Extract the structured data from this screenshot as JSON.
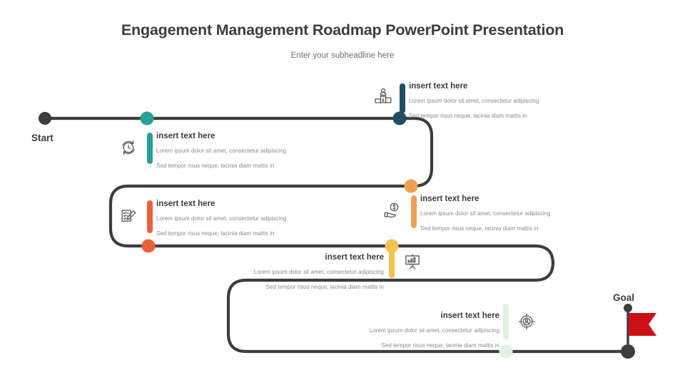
{
  "header": {
    "title": "Engagement Management Roadmap PowerPoint Presentation",
    "subtitle": "Enter your subheadline here"
  },
  "endpoints": {
    "start_label": "Start",
    "goal_label": "Goal"
  },
  "colors": {
    "path": "#3d3d3d",
    "start_dot": "#3d3d3d",
    "goal_dot": "#3d3d3d",
    "goal_flag": "#CC1017",
    "teal": "#2AA198",
    "navy": "#1F4E5F",
    "orange": "#F0A055",
    "coral": "#E8603C",
    "yellow": "#EFC355",
    "mint": "#DFF0E0",
    "heading_text": "#3d3d3d",
    "body_text": "#8a8a8a",
    "icon": "#5a5a5a"
  },
  "body_line1": "Lorem ipsum dolor sit amet, consectetur adipiscing",
  "body_line2": "Sed tempor risus neque, lacinia diam mattis in",
  "milestones": [
    {
      "id": "milestone-1",
      "heading": "insert text here",
      "line1": "Lorem ipsum dolor sit amet, consectetur adipiscing",
      "line2": "Sed tempor risus neque, lacinia diam mattis in",
      "color": "#2AA198",
      "icon": "refresh-clock-icon",
      "align": "left"
    },
    {
      "id": "milestone-2",
      "heading": "insert text here",
      "line1": "Lorem ipsum dolor sit amet, consectetur adipiscing",
      "line2": "Sed tempor risus neque, lacinia diam mattis in",
      "color": "#1F4E5F",
      "icon": "podium-winner-icon",
      "align": "left"
    },
    {
      "id": "milestone-3",
      "heading": "insert text here",
      "line1": "Lorem ipsum dolor sit amet, consectetur adipiscing",
      "line2": "Sed tempor risus neque, lacinia diam mattis in",
      "color": "#F0A055",
      "icon": "hand-money-icon",
      "align": "left"
    },
    {
      "id": "milestone-4",
      "heading": "insert text here",
      "line1": "Lorem ipsum dolor sit amet, consectetur adipiscing",
      "line2": "Sed tempor risus neque, lacinia diam mattis in",
      "color": "#E8603C",
      "icon": "checklist-pencil-icon",
      "align": "left"
    },
    {
      "id": "milestone-5",
      "heading": "insert text here",
      "line1": "Lorem ipsum dolor sit amet, consectetur adipiscing",
      "line2": "Sed tempor risus neque, lacinia diam mattis in",
      "color": "#EFC355",
      "icon": "presentation-chart-icon",
      "align": "right"
    },
    {
      "id": "milestone-6",
      "heading": "insert text here",
      "line1": "Lorem ipsum dolor sit amet, consectetur adipiscing",
      "line2": "Sed tempor risus neque, lacinia diam mattis in",
      "color": "#DFF0E0",
      "icon": "target-person-icon",
      "align": "right"
    }
  ]
}
